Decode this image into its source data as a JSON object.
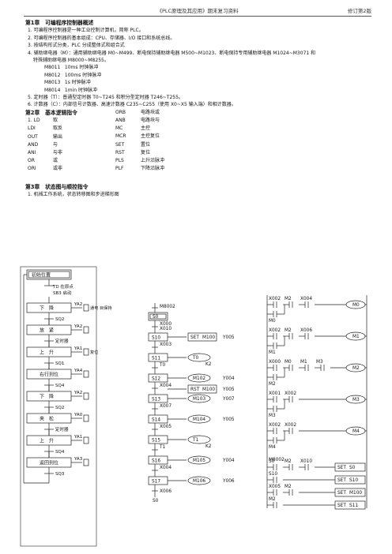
{
  "header": {
    "title": "《PLC原理及其应用》期末复习资料",
    "version": "修订第2版"
  },
  "chapter1": {
    "title": "第1章　可编程序控制器概述",
    "items": [
      "1. 可编程序控制器是一种工业控制计算机，简称 PLC。",
      "2. 可编程序控制器的基本组成：CPU、存储器、I/O 接口和系统总线。",
      "3. 按结构形式分类，PLC 分成整体式和组合式",
      "4. 辅助继电器（M）：通用辅助继电器 M0~M499、断电保持辅助继电器 M500~M1023、断电保持专用辅助继电器 M1024~M3071 和",
      "特殊辅助继电器 M8000~M8255。"
    ],
    "special": [
      {
        "code": "M8011",
        "desc": "10ms 时钟脉冲"
      },
      {
        "code": "M8012",
        "desc": "100ms 时钟脉冲"
      },
      {
        "code": "M8013",
        "desc": "1s 时钟脉冲"
      },
      {
        "code": "M8014",
        "desc": "1min 时钟脉冲"
      }
    ],
    "items2": [
      "5. 定时器（T）：普通型定时器 T0~T245 和积分型定时器 T246~T255。",
      "6. 计数器（C）：内部信号计数器、高速计数器 C235~C255（使用 X0~X5 输入端）和相计数器。"
    ]
  },
  "chapter2": {
    "title": "第2章　基本逻辑指令",
    "left": [
      {
        "k": "1. LD",
        "v": "取"
      },
      {
        "k": "LDI",
        "v": "取反"
      },
      {
        "k": "OUT",
        "v": "输出"
      },
      {
        "k": "AND",
        "v": "与"
      },
      {
        "k": "ANI",
        "v": "与非"
      },
      {
        "k": "OR",
        "v": "或"
      },
      {
        "k": "ORI",
        "v": "或非"
      }
    ],
    "right": [
      {
        "k": "ORB",
        "v": "电路块或"
      },
      {
        "k": "ANB",
        "v": "电路块与"
      },
      {
        "k": "MC",
        "v": "主控"
      },
      {
        "k": "MCR",
        "v": "主控复位"
      },
      {
        "k": "SET",
        "v": "置位"
      },
      {
        "k": "RST",
        "v": "复位"
      },
      {
        "k": "PLS",
        "v": "上升沿脉冲"
      },
      {
        "k": "PLF",
        "v": "下降沿脉冲"
      }
    ]
  },
  "chapter3": {
    "title": "第3章　状态图与顺控指令",
    "item1": "1. 机械工作系统，状态转移图和步进梯形图"
  },
  "flowchart": {
    "init": "初始位置",
    "start": "TD 在原点\nSB3 启动",
    "steps": [
      {
        "label": "下　降",
        "trans": "SQ2",
        "out": "YA2",
        "note": "通电 目保持"
      },
      {
        "label": "放　紧",
        "trans": "定时器",
        "out": "YA2"
      },
      {
        "label": "上　升",
        "trans": "SQ1",
        "out": "YA1",
        "note": "复位"
      },
      {
        "label": "右行到位",
        "trans": "SQ4",
        "out": "YA4"
      },
      {
        "label": "下　降",
        "trans": "SQ2",
        "out": "YA2"
      },
      {
        "label": "夹　松",
        "trans": "定时器",
        "out": "YA0"
      },
      {
        "label": "上　升",
        "trans": "SQ4",
        "out": "YA1"
      },
      {
        "label": "返回到位",
        "trans": "SQ3",
        "out": "YA3"
      }
    ]
  },
  "sfc": {
    "m": "M8002",
    "states": [
      "S0",
      "S10",
      "S11",
      "S12",
      "S13",
      "S14",
      "S15",
      "S16",
      "S17"
    ],
    "trans": [
      "X000\nX010",
      "X003",
      "T0",
      "X004",
      "X007",
      "X005",
      "T1",
      "X004",
      "X006"
    ],
    "outs": [
      {
        "s": "S10",
        "a": "SET",
        "b": "M100",
        "y": "Y005"
      },
      {
        "s": "S11",
        "a": "T0",
        "b": "K2"
      },
      {
        "s": "S12",
        "a": "M102",
        "y": "Y004"
      },
      {
        "s": "S12b",
        "a": "RST",
        "b": "M100",
        "y": "Y005"
      },
      {
        "s": "S13",
        "a": "M103",
        "y": "Y007"
      },
      {
        "s": "S14",
        "a": "M104",
        "y": "Y005"
      },
      {
        "s": "S15",
        "a": "T1",
        "b": "K2"
      },
      {
        "s": "S16",
        "a": "M105",
        "y": "Y004"
      },
      {
        "s": "S17",
        "a": "M106",
        "y": "Y006"
      }
    ],
    "end": "S0"
  },
  "ladder": {
    "rungs": [
      {
        "c": [
          "X002",
          "M2",
          "X004"
        ],
        "coil": "M0",
        "sub": "M0"
      },
      {
        "c": [
          "X002",
          "M2",
          "X006"
        ],
        "coil": "M1",
        "sub": "M1"
      },
      {
        "c": [
          "X000",
          "M0",
          "M1",
          "M3"
        ],
        "coil": "M2",
        "sub": "M2"
      },
      {
        "c": [
          "X001",
          "X002"
        ],
        "coil": "M3",
        "sub": "M3"
      },
      {
        "c": [
          "X002",
          "X002"
        ],
        "coil": "M4",
        "sub": "M4"
      }
    ],
    "m": "M8002",
    "set": [
      {
        "c": [
          "S0",
          "M2",
          "X010"
        ],
        "a": "SET",
        "b": "S0"
      },
      {
        "c": [
          "S10"
        ],
        "a": "SET",
        "b": "S10"
      },
      {
        "c": [
          "X005",
          "M2"
        ],
        "a": "SET",
        "b": "M100"
      },
      {
        "c": [
          "M2"
        ],
        "a": "SET",
        "b": "S11"
      }
    ]
  }
}
